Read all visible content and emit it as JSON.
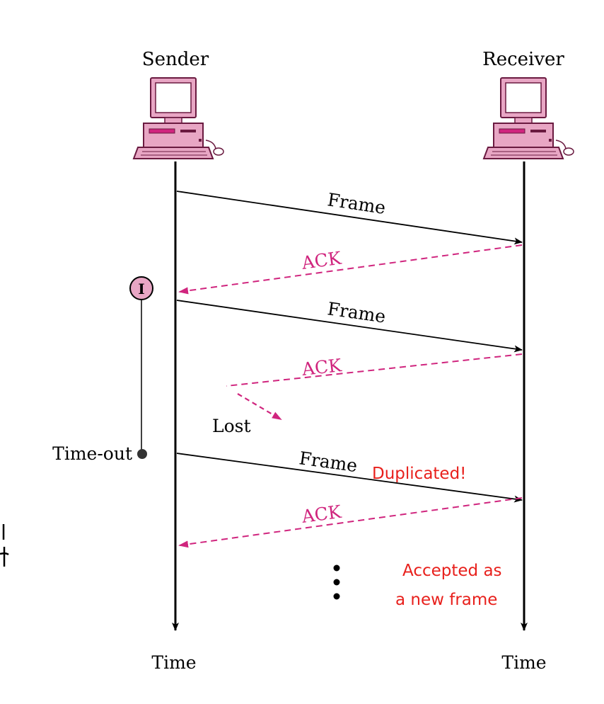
{
  "sender": {
    "label": "Sender",
    "time_label": "Time"
  },
  "receiver": {
    "label": "Receiver",
    "time_label": "Time"
  },
  "messages": [
    {
      "label": "Frame",
      "kind": "frame",
      "status": "delivered"
    },
    {
      "label": "ACK",
      "kind": "ack",
      "status": "delivered"
    },
    {
      "label": "Frame",
      "kind": "frame",
      "status": "delivered"
    },
    {
      "label": "ACK",
      "kind": "ack",
      "status": "lost"
    },
    {
      "label": "Frame",
      "kind": "frame",
      "status": "delivered"
    },
    {
      "label": "ACK",
      "kind": "ack",
      "status": "delivered"
    }
  ],
  "timer": {
    "start_symbol": "I",
    "end_label": "Time-out"
  },
  "lost_label": "Lost",
  "annotations": {
    "duplicated": "Duplicated!",
    "accepted_line1": "Accepted as",
    "accepted_line2": "a new frame"
  },
  "colors": {
    "lifeline": "#000000",
    "ack": "#d0257e",
    "computer": "#e8a6c4",
    "annotation": "#e8201c"
  }
}
